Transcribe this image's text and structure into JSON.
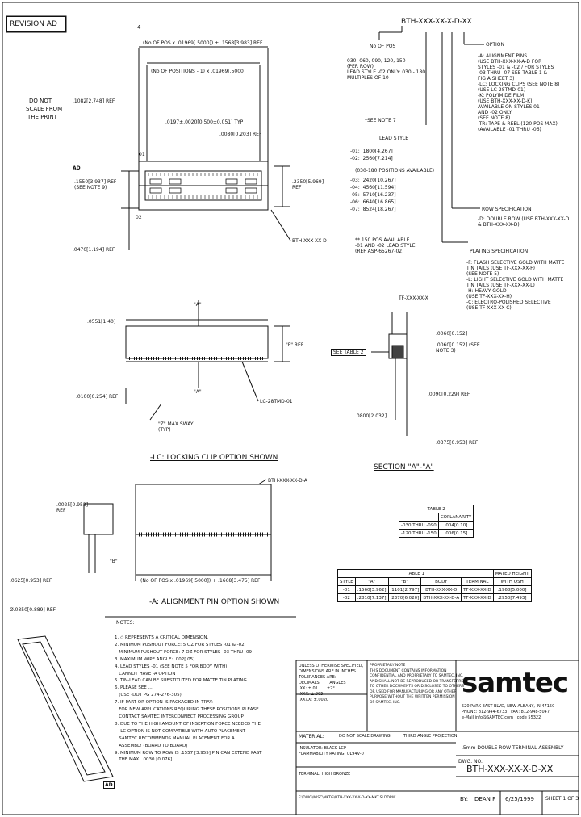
{
  "revision": "REVISION AD",
  "part_number": "BTH-XXX-XX-X-D-XX",
  "do_not_scale": [
    "DO NOT",
    "SCALE FROM",
    "THE PRINT"
  ],
  "rev_marker": "AD",
  "top_view": {
    "note_marker": "4",
    "dim1": "(No OF POS x .01969[.5000]) + .1568[3.983] REF",
    "dim2": "(No OF POSITIONS - 1) x .01969[.5000]",
    "dim3": ".0197±.0020[0.500±0.051] TYP",
    "dim4": ".1082[2.748] REF",
    "dim5": ".0080[0.203] REF",
    "dim6": ".1550[3.937] REF (SEE NOTE 9)",
    "dim7": ".2350[5.969] REF",
    "dim8": ".0470[1.194] REF",
    "pin1": "01",
    "pin2": "02",
    "callout": "BTH-XXX-XX-D"
  },
  "order_code": {
    "no_of_pos_title": "No OF POS",
    "no_of_pos_text": "030, 060, 090, 120, 150\n(PER ROW)\nLEAD STYLE -02 ONLY: 030 - 180\nMULTIPLES OF 10",
    "see_note_7": "*SEE NOTE 7",
    "lead_style_title": "LEAD STYLE",
    "lead_styles": [
      "-01: .1800[4.267]",
      "-02: .2560[7.214]",
      "(030-180 POSITIONS AVAILABLE)",
      "-03: .2420[10.267]",
      "-04: .4560[11.594]",
      "-05: .5710[16.237]",
      "-06: .6640[16.865]",
      "-07: .8524[18.267]"
    ],
    "lead_note": "** 150 POS AVAILABLE\n-01 AND -02 LEAD STYLE\n(REF ASP-65267-02)",
    "option_title": "OPTION",
    "option_text": "-A: ALIGNMENT PINS\n(USE BTH-XXX-XX-A-D FOR\nSTYLES -01 & -02 / FOR STYLES\n-03 THRU -07 SEE TABLE 1 &\nFIG A SHEET 3)\n-LC: LOCKING CLIPS (SEE NOTE 8)\n(USE LC-28TMD-01)\n-K: POLYIMIDE FILM\n(USE BTH-XXX-XX-D-K)\nAVAILABLE ON STYLES 01\nAND -02 ONLY\n(SEE NOTE 8)\n-TR: TAPE & REEL (120 POS MAX)\n(AVAILABLE -01 THRU -06)",
    "row_spec_title": "ROW SPECIFICATION",
    "row_spec_text": "-D: DOUBLE ROW (USE BTH-XXX-XX-D\n& BTH-XXX-XX-D)",
    "plating_title": "PLATING SPECIFICATION",
    "plating_text": "-F: FLASH SELECTIVE GOLD WITH MATTE\nTIN TAILS (USE TF-XXX-XX-F)\n(SEE NOTE 5)\n-L: LIGHT SELECTIVE GOLD WITH MATTE\nTIN TAILS (USE TF-XXX-XX-L)\n-H: HEAVY GOLD\n(USE TF-XXX-XX-H)\n-C: ELECTRO-POLISHED SELECTIVE\n(USE TF-XXX-XX-C)"
  },
  "side_view": {
    "marker_a": "\"A\"",
    "dim_h": ".0551[1.40]",
    "dim_f": "\"F\" REF",
    "dim_g": ".0100[0.254] REF",
    "sway": "\"Z\" MAX SWAY (TYP)",
    "callout": "LC-28TMD-01",
    "title": "-LC: LOCKING CLIP OPTION SHOWN"
  },
  "section": {
    "callout": "TF-XXX-XX-X",
    "see_table": "SEE TABLE 2",
    "dim1": ".0060[0.152]",
    "dim2": ".0060[0.152] (SEE NOTE 3)",
    "dim3": ".0090[0.229] REF",
    "dim4": ".0800[2.032]",
    "dim5": ".0375[0.953] REF",
    "title": "SECTION \"A\"-\"A\""
  },
  "table2": {
    "title": "TABLE 2",
    "headers": [
      "",
      "COPLANARITY"
    ],
    "rows": [
      [
        "-030 THRU -090",
        ".004[0.10]"
      ],
      [
        "-120 THRU -150",
        ".006[0.15]"
      ]
    ]
  },
  "align_view": {
    "callout": "BTH-XXX-XX-D-A",
    "dim1": ".0025[0.952] REF",
    "dim2": ".0625[0.953] REF",
    "dim3": "Ø.0350[0.889] REF",
    "dim4": "(No OF POS x .01969[.5000]) + .1668[3.475] REF",
    "title": "-A: ALIGNMENT PIN OPTION SHOWN",
    "marker_b": "\"B\""
  },
  "table1": {
    "title": "TABLE 1",
    "right_title": "MATED HEIGHT",
    "headers": [
      "STYLE",
      "\"A\"",
      "\"B\"",
      "BODY",
      "TERMINAL",
      "WITH QSH"
    ],
    "rows": [
      [
        "-01",
        ".1560[3.962]",
        ".1101[2.797]",
        "BTH-XXX-XX-D",
        "TF-XXX-XX-D",
        ".1968[5.000]"
      ],
      [
        "-02",
        ".2810[7.137]",
        ".2370[6.020]",
        "BTH-XXX-XX-D-A",
        "TF-XXX-XX-D",
        ".2950[7.493]"
      ]
    ]
  },
  "notes": {
    "title": "NOTES:",
    "text": "1. ◇ REPRESENTS A CRITICAL DIMENSION.\n2. MINIMUM PUSHOUT FORCE: 5 OZ FOR STYLES -01 & -02\n   MINIMUM PUSHOUT FORCE: 7 OZ FOR STYLES -03 THRU -09\n3. MAXIMUM WIPE ANGLE: .002[.05]\n4. LEAD STYLES -01 (SEE NOTE 5 FOR BODY WITH)\n   CANNOT HAVE -A OPTION\n5. TIN-LEAD CAN BE SUBSTITUTED FOR MATTE TIN PLATING\n6. PLEASE SEE ...\n   (USE -DOT PG 274-276-305)\n7. IF PART OR OPTION IS PACKAGED IN TRAY:\n   FOR NEW APPLICATIONS REQUIRING THESE POSITIONS PLEASE\n   CONTACT SAMTEC INTERCONNECT PROCESSING GROUP\n8. DUE TO THE HIGH AMOUNT OF INSERTION FORCE NEEDED THE\n   -LC OPTION IS NOT COMPATIBLE WITH AUTO PLACEMENT\n   SAMTEC RECOMMENDS MANUAL PLACEMENT FOR A\n   ASSEMBLY (BOARD TO BOARD)\n9. MINIMUM ROW TO ROW IS .1557 [3.955] PIN CAN EXTEND PAST\n   THE MAX. .0030 [0.076]"
  },
  "title_block": {
    "tolerance_text": "UNLESS OTHERWISE SPECIFIED,\nDIMENSIONS ARE IN INCHES.\nTOLERANCES ARE:\nDECIMALS        ANGLES\n.XX: ±.01       ±2°\n.XXX: ±.005\n.XXXX: ±.0020",
    "proprietary": "PROPRIETARY NOTE\nTHIS DOCUMENT CONTAINS INFORMATION\nCONFIDENTIAL AND PROPRIETARY TO SAMTEC, INC.\nAND SHALL NOT BE REPRODUCED OR TRANSFERRED\nTO OTHER DOCUMENTS OR DISCLOSED TO OTHERS\nOR USED FOR MANUFACTURING OR ANY OTHER\nPURPOSE WITHOUT THE WRITTEN PERMISSION\nOF SAMTEC, INC.",
    "material_label": "MATERIAL:",
    "do_not_scale": "DO NOT SCALE DRAWING",
    "third_angle": "THIRD ANGLE PROJECTION",
    "insulator": "INSULATOR: BLACK LCP\nFLAMMABILITY RATING: UL94V-0",
    "terminal": "TERMINAL: HIGH BRONZE",
    "bottom_line": "F:\\DWG\\MISC\\MKTG\\BTH-XXX-XX-X-D-XX-MKT.SLDDRW",
    "logo": "samtec",
    "address": "520 PARK EAST BLVD, NEW ALBANY, IN 47150\nPHONE: 812-944-6733   FAX: 812-948-5047\ne-Mail info@SAMTEC.com   code 55322",
    "description": ".5mm DOUBLE ROW TERMINAL ASSEMBLY",
    "dwg_label": "DWG. NO.",
    "dwg_no": "BTH-XXX-XX-X-D-XX",
    "by_label": "BY:",
    "by": "DEAN P",
    "date": "6/25/1999",
    "sheet": "SHEET 1 OF 3"
  }
}
